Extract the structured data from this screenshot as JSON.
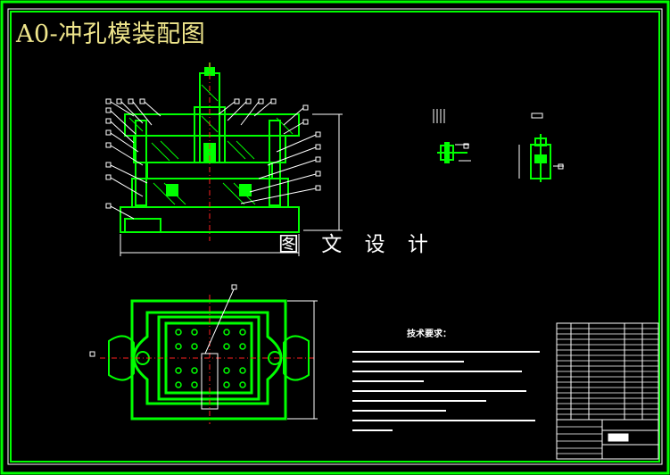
{
  "title": "A0-冲孔模装配图",
  "watermark": "图 文 设 计",
  "technical_requirements_heading": "技术要求：",
  "colors": {
    "background": "#000000",
    "outer_frame": "#00ff00",
    "inner_frame": "#ffffff",
    "part_outline": "#00ff00",
    "center_line": "#ff2020",
    "dimension": "#ffffff",
    "title_text": "#f0e68c"
  }
}
